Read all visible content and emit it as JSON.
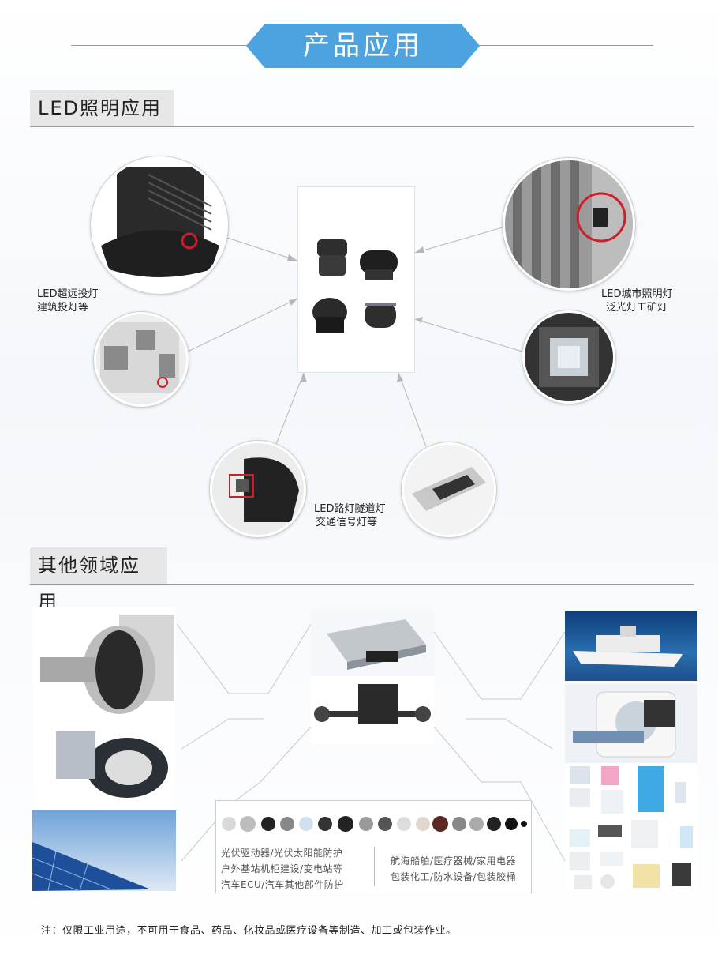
{
  "header": {
    "title": "产品应用",
    "accent_color": "#4ca3e0"
  },
  "led_section": {
    "title": "LED照明应用",
    "captions": {
      "left_top": [
        "LED超远投灯",
        "建筑投灯等"
      ],
      "right_top": [
        "LED城市照明灯",
        "泛光灯工矿灯"
      ],
      "bottom": [
        "LED路灯隧道灯",
        "交通信号灯等"
      ]
    }
  },
  "other_section": {
    "title": "其他领域应用",
    "caps_caption_left": [
      "光伏驱动器/光伏太阳能防护",
      "户外基站机柜建设/变电站等",
      "汽车ECU/汽车其他部件防护"
    ],
    "caps_caption_right": [
      "航海船舶/医疗器械/家用电器",
      "包装化工/防水设备/包装胶桶"
    ]
  },
  "footer": {
    "note": "注：仅限工业用途，不可用于食品、药品、化妆品或医疗设备等制造、加工或包装作业。"
  }
}
